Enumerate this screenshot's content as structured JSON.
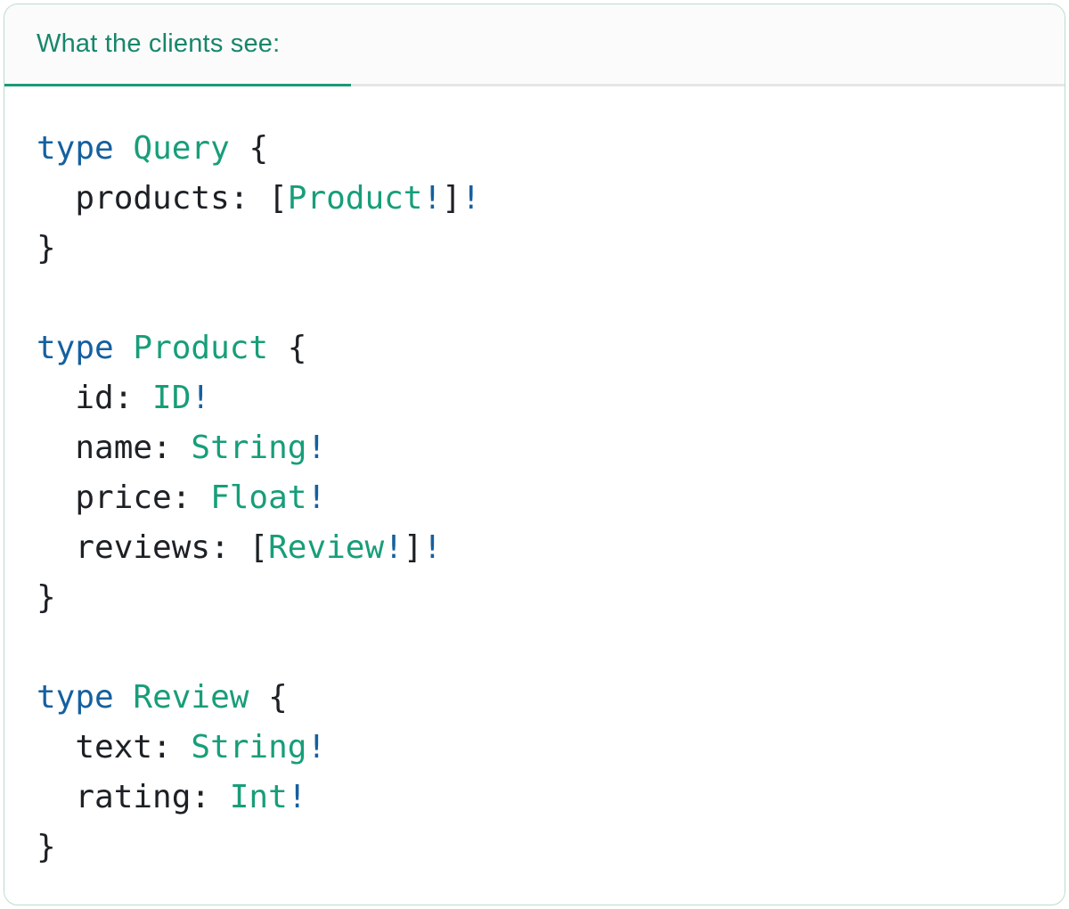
{
  "header": {
    "tab_label": "What the clients see:",
    "label_color": "#17866a",
    "active_tab_indicator_color": "#1b9a76",
    "divider_color": "#e6e6e6",
    "background_color": "#fbfbfb"
  },
  "card": {
    "border_color": "#b9dccb",
    "background_color": "#ffffff"
  },
  "code": {
    "text": "type Query {\n  products: [Product!]!\n}\n\ntype Product {\n  id: ID!\n  name: String!\n  price: Float!\n  reviews: [Review!]!\n}\n\ntype Review {\n  text: String!\n  rating: Int!\n}",
    "token_colors": {
      "keyword": "#15609f",
      "typename": "#179e79",
      "bang": "#15609f",
      "plain": "#1d2125"
    },
    "lines": [
      [
        {
          "t": "type",
          "c": "keyword"
        },
        {
          "t": " ",
          "c": "plain"
        },
        {
          "t": "Query",
          "c": "typename"
        },
        {
          "t": " {",
          "c": "plain"
        }
      ],
      [
        {
          "t": "  products: [",
          "c": "plain"
        },
        {
          "t": "Product",
          "c": "typename"
        },
        {
          "t": "!",
          "c": "bang"
        },
        {
          "t": "]",
          "c": "plain"
        },
        {
          "t": "!",
          "c": "bang"
        }
      ],
      [
        {
          "t": "}",
          "c": "plain"
        }
      ],
      [],
      [
        {
          "t": "type",
          "c": "keyword"
        },
        {
          "t": " ",
          "c": "plain"
        },
        {
          "t": "Product",
          "c": "typename"
        },
        {
          "t": " {",
          "c": "plain"
        }
      ],
      [
        {
          "t": "  id: ",
          "c": "plain"
        },
        {
          "t": "ID",
          "c": "typename"
        },
        {
          "t": "!",
          "c": "bang"
        }
      ],
      [
        {
          "t": "  name: ",
          "c": "plain"
        },
        {
          "t": "String",
          "c": "typename"
        },
        {
          "t": "!",
          "c": "bang"
        }
      ],
      [
        {
          "t": "  price: ",
          "c": "plain"
        },
        {
          "t": "Float",
          "c": "typename"
        },
        {
          "t": "!",
          "c": "bang"
        }
      ],
      [
        {
          "t": "  reviews: [",
          "c": "plain"
        },
        {
          "t": "Review",
          "c": "typename"
        },
        {
          "t": "!",
          "c": "bang"
        },
        {
          "t": "]",
          "c": "plain"
        },
        {
          "t": "!",
          "c": "bang"
        }
      ],
      [
        {
          "t": "}",
          "c": "plain"
        }
      ],
      [],
      [
        {
          "t": "type",
          "c": "keyword"
        },
        {
          "t": " ",
          "c": "plain"
        },
        {
          "t": "Review",
          "c": "typename"
        },
        {
          "t": " {",
          "c": "plain"
        }
      ],
      [
        {
          "t": "  text: ",
          "c": "plain"
        },
        {
          "t": "String",
          "c": "typename"
        },
        {
          "t": "!",
          "c": "bang"
        }
      ],
      [
        {
          "t": "  rating: ",
          "c": "plain"
        },
        {
          "t": "Int",
          "c": "typename"
        },
        {
          "t": "!",
          "c": "bang"
        }
      ],
      [
        {
          "t": "}",
          "c": "plain"
        }
      ]
    ]
  }
}
